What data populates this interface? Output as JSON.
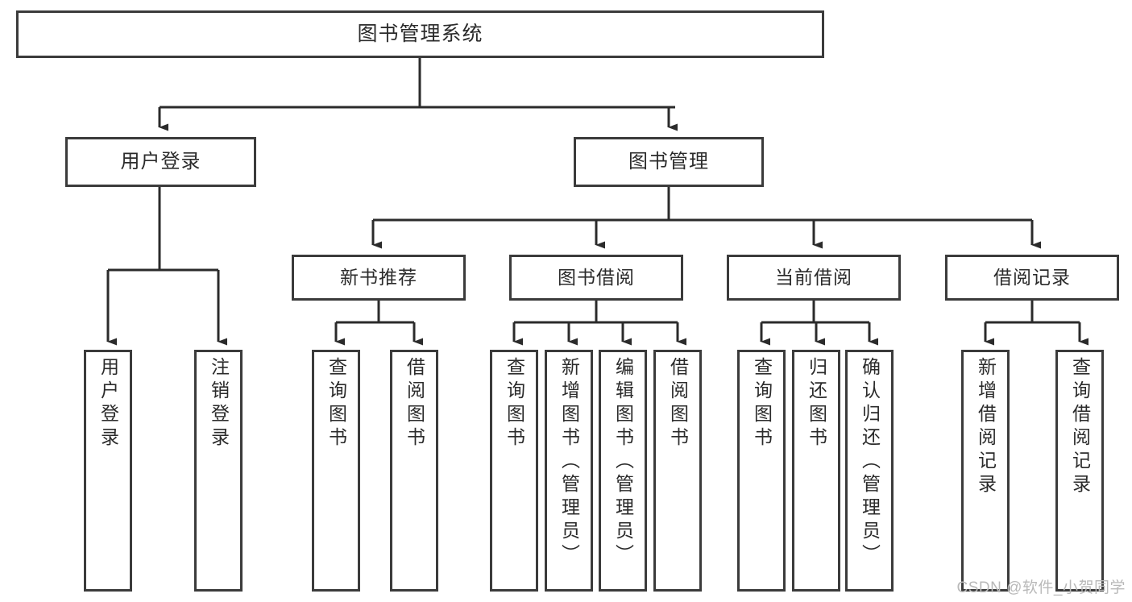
{
  "diagram": {
    "title": "图书管理系统",
    "type": "tree-hierarchy-chart",
    "orientation": "top-down",
    "colors": {
      "box_border": "#3b3b3b",
      "box_fill": "#ffffff",
      "connector": "#2b2b2b",
      "text": "#2b2b2b",
      "watermark": "#b9b9b9",
      "background": "#ffffff"
    },
    "root": {
      "label": "图书管理系统"
    },
    "level2": [
      {
        "label": "用户登录"
      },
      {
        "label": "图书管理"
      }
    ],
    "level3": [
      {
        "label": "新书推荐"
      },
      {
        "label": "图书借阅"
      },
      {
        "label": "当前借阅"
      },
      {
        "label": "借阅记录"
      }
    ],
    "leaves": {
      "user_login": [
        {
          "label": "用户登录"
        },
        {
          "label": "注销登录"
        }
      ],
      "new_book_recommend": [
        {
          "label": "查询图书"
        },
        {
          "label": "借阅图书"
        }
      ],
      "book_borrow": [
        {
          "label": "查询图书"
        },
        {
          "label": "新增图书（管理员）"
        },
        {
          "label": "编辑图书（管理员）"
        },
        {
          "label": "借阅图书"
        }
      ],
      "current_borrow": [
        {
          "label": "查询图书"
        },
        {
          "label": "归还图书"
        },
        {
          "label": "确认归还（管理员）"
        }
      ],
      "borrow_record": [
        {
          "label": "新增借阅记录"
        },
        {
          "label": "查询借阅记录"
        }
      ]
    },
    "watermark": "CSDN @软件_小贺同学"
  }
}
